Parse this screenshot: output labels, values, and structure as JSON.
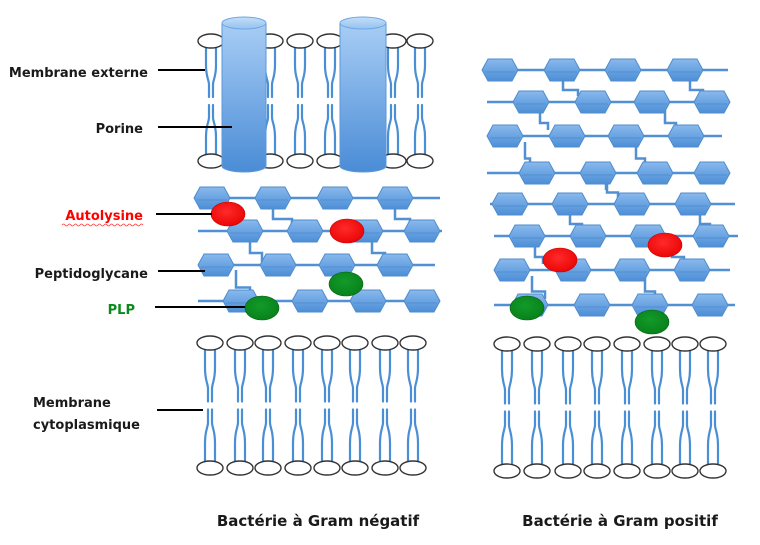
{
  "labels": {
    "outer_membrane": "Membrane externe",
    "porin": "Porine",
    "autolysin": "Autolysine",
    "peptidoglycan": "Peptidoglycane",
    "plp": "PLP",
    "cytoplasmic_membrane_line1": "Membrane",
    "cytoplasmic_membrane_line2": "cytoplasmique"
  },
  "captions": {
    "gram_negative": "Bactérie à Gram négatif",
    "gram_positive": "Bactérie à Gram positif"
  },
  "colors": {
    "autolysin": "#ff0000",
    "plp": "#0a8a1c",
    "peptidoglycan": "#5b9bd5",
    "lipid_tail": "#4a8fd6",
    "porin": "#5b9bd5"
  },
  "legend_items": [
    {
      "key": "autolysin",
      "label": "Autolysine",
      "color": "#ff0000"
    },
    {
      "key": "plp",
      "label": "PLP",
      "color": "#0a8a1c"
    }
  ],
  "panels": [
    {
      "name": "gram-negative",
      "has_outer_membrane": true,
      "porin_count": 2,
      "peptidoglycan_layers": 4,
      "autolysin_count": 2,
      "plp_count": 2
    },
    {
      "name": "gram-positive",
      "has_outer_membrane": false,
      "porin_count": 0,
      "peptidoglycan_layers": 8,
      "autolysin_count": 2,
      "plp_count": 2
    }
  ]
}
